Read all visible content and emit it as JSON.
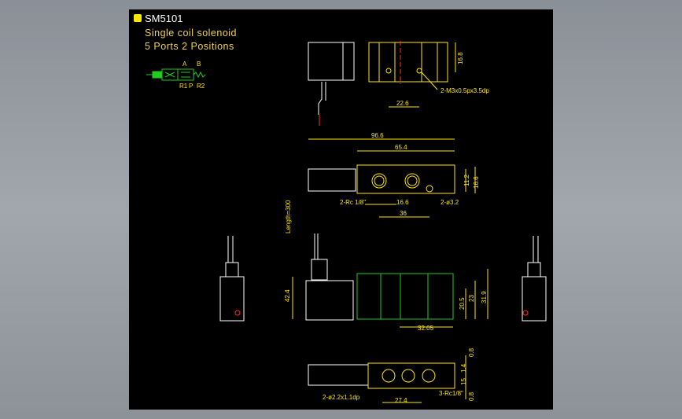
{
  "title": "SM5101",
  "subtitle": "Single coil solenoid",
  "ports": "5 Ports 2 Positions",
  "symbol": {
    "port_a": "A",
    "port_b": "B",
    "port_r1": "R1",
    "port_p": "P",
    "port_r2": "R2"
  },
  "top_view": {
    "height": "16.8",
    "width": "22.6",
    "screw": "2-M3x0.5px3.5dp"
  },
  "mid_view": {
    "total": "96.6",
    "body": "65.4",
    "h1": "11.2",
    "h2": "16.6",
    "port": "2-Rc 1/8\"",
    "pitch": "16.6",
    "span": "36",
    "hole": "2-ø3.2"
  },
  "front_view": {
    "wire": "Length=300",
    "height": "42.4",
    "h1": "20.5",
    "h2": "23",
    "h3": "31.9",
    "width": "32.05"
  },
  "bottom_view": {
    "d1": "0.8",
    "d2": "1.4",
    "d3": "15",
    "d4": "0.8",
    "ports": "3-Rc1/8\"",
    "hole": "2-ø2.2x1.1dp",
    "pitch": "27.4"
  },
  "colors": {
    "cad_yellow": "#ffe600",
    "cad_green": "#1fcc1f",
    "cad_red": "#ff3030",
    "cad_white": "#ffffff"
  }
}
